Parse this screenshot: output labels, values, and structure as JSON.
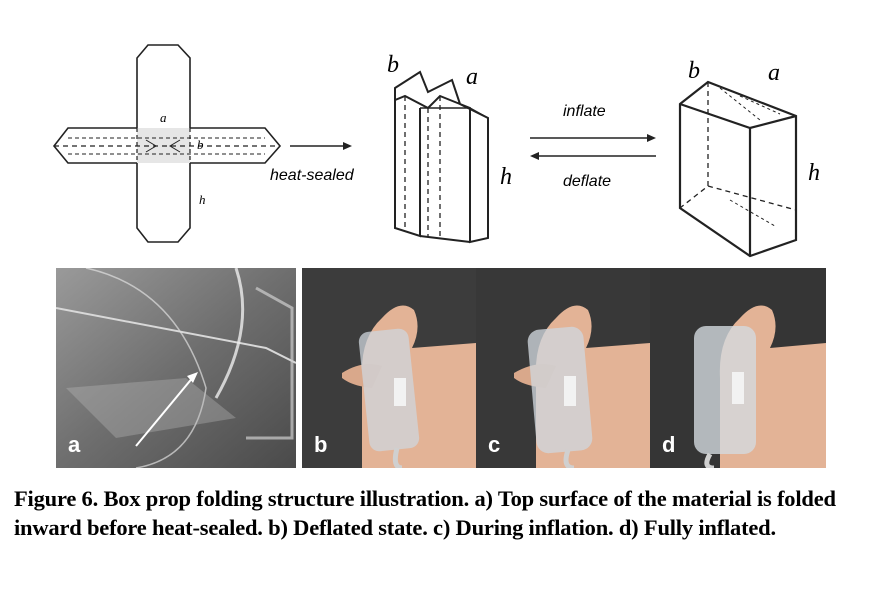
{
  "diagram": {
    "labels": {
      "a_small": "a",
      "b_small": "b",
      "h_small": "h",
      "heat_sealed": "heat-sealed",
      "box1_b": "b",
      "box1_a": "a",
      "box1_h": "h",
      "inflate": "inflate",
      "deflate": "deflate",
      "box2_b": "b",
      "box2_a": "a",
      "box2_h": "h"
    }
  },
  "photos": [
    {
      "letter": "a",
      "description_key": "folded-material"
    },
    {
      "letter": "b",
      "description_key": "deflated-state"
    },
    {
      "letter": "c",
      "description_key": "during-inflation"
    },
    {
      "letter": "d",
      "description_key": "fully-inflated"
    }
  ],
  "caption": {
    "label": "Figure 6.",
    "text": "Box prop folding structure illustration. a) Top surface of the material is folded inward before heat-sealed. b) Deflated state. c) During inflation. d) Fully inflated."
  }
}
